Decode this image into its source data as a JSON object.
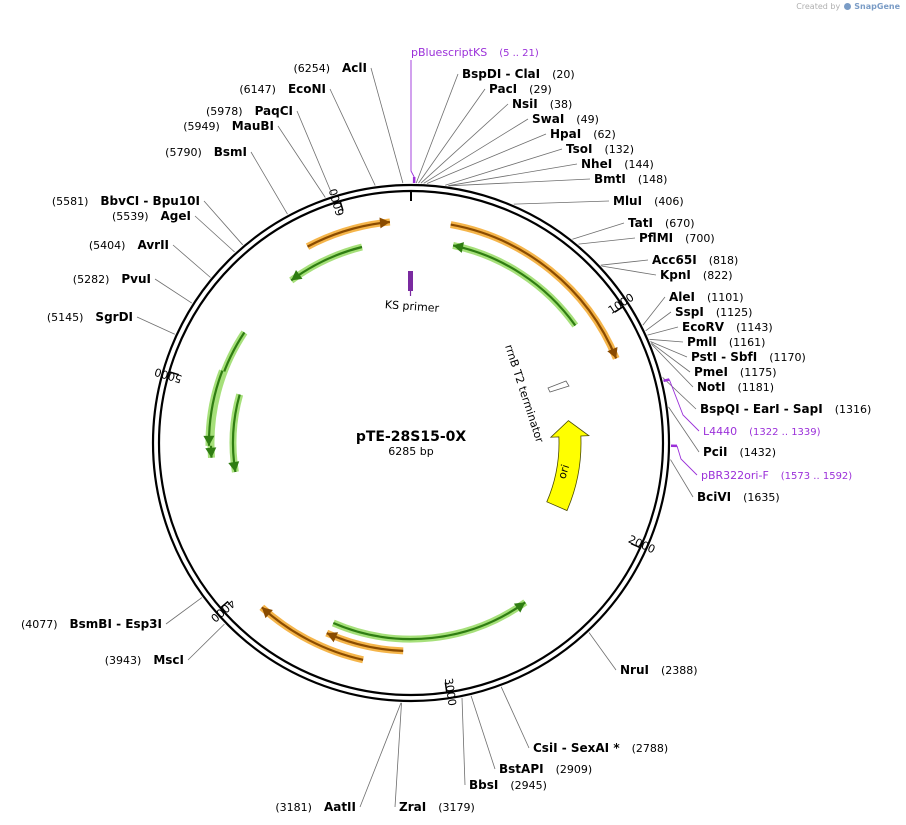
{
  "plasmid": {
    "name": "pTE-28S15-0X",
    "size_label": "6285 bp",
    "length": 6285
  },
  "credit": {
    "prefix": "Created by",
    "brand": "SnapGene"
  },
  "colors": {
    "backbone": "#000000",
    "primer": "#9b30d9",
    "promoter_orange": "#f2a11a",
    "cds_green": "#4caf25",
    "ori": "#ffff00",
    "leader": "#6e6e6e"
  },
  "ticks": [
    "1000",
    "2000",
    "3000",
    "4000",
    "5000",
    "6000"
  ],
  "sites": [
    {
      "name": "AclI",
      "pos": "(6254)"
    },
    {
      "name": "EcoNI",
      "pos": "(6147)"
    },
    {
      "name": "PaqCI",
      "pos": "(5978)"
    },
    {
      "name": "MauBI",
      "pos": "(5949)"
    },
    {
      "name": "BsmI",
      "pos": "(5790)"
    },
    {
      "name": "BbvCI  -  Bpu10I",
      "pos": "(5581)"
    },
    {
      "name": "AgeI",
      "pos": "(5539)"
    },
    {
      "name": "AvrII",
      "pos": "(5404)"
    },
    {
      "name": "PvuI",
      "pos": "(5282)"
    },
    {
      "name": "SgrDI",
      "pos": "(5145)"
    },
    {
      "name": "BspDI  -  ClaI",
      "pos": "(20)"
    },
    {
      "name": "PacI",
      "pos": "(29)"
    },
    {
      "name": "NsiI",
      "pos": "(38)"
    },
    {
      "name": "SwaI",
      "pos": "(49)"
    },
    {
      "name": "HpaI",
      "pos": "(62)"
    },
    {
      "name": "TsoI",
      "pos": "(132)"
    },
    {
      "name": "NheI",
      "pos": "(144)"
    },
    {
      "name": "BmtI",
      "pos": "(148)"
    },
    {
      "name": "MluI",
      "pos": "(406)"
    },
    {
      "name": "TatI",
      "pos": "(670)"
    },
    {
      "name": "PflMI",
      "pos": "(700)"
    },
    {
      "name": "Acc65I",
      "pos": "(818)"
    },
    {
      "name": "KpnI",
      "pos": "(822)"
    },
    {
      "name": "AleI",
      "pos": "(1101)"
    },
    {
      "name": "SspI",
      "pos": "(1125)"
    },
    {
      "name": "EcoRV",
      "pos": "(1143)"
    },
    {
      "name": "PmlI",
      "pos": "(1161)"
    },
    {
      "name": "PstI  -  SbfI",
      "pos": "(1170)"
    },
    {
      "name": "PmeI",
      "pos": "(1175)"
    },
    {
      "name": "NotI",
      "pos": "(1181)"
    },
    {
      "name": "BspQI  -  EarI  -  SapI",
      "pos": "(1316)"
    },
    {
      "name": "PciI",
      "pos": "(1432)"
    },
    {
      "name": "BciVI",
      "pos": "(1635)"
    },
    {
      "name": "NruI",
      "pos": "(2388)"
    },
    {
      "name": "CsiI  -  SexAI *",
      "pos": "(2788)"
    },
    {
      "name": "BstAPI",
      "pos": "(2909)"
    },
    {
      "name": "BbsI",
      "pos": "(2945)"
    },
    {
      "name": "ZraI",
      "pos": "(3179)"
    },
    {
      "name": "AatII",
      "pos": "(3181)"
    },
    {
      "name": "MscI",
      "pos": "(3943)"
    },
    {
      "name": "BsmBI  -  Esp3I",
      "pos": "(4077)"
    }
  ],
  "primers": [
    {
      "name": "pBluescriptKS",
      "range": "(5 .. 21)"
    },
    {
      "name": "L4440",
      "range": "(1322 .. 1339)"
    },
    {
      "name": "pBR322ori-F",
      "range": "(1573 .. 1592)"
    }
  ],
  "features": [
    {
      "label": "KS primer",
      "kind": "primer_bind"
    },
    {
      "label": "rrnB T2 terminator",
      "kind": "terminator"
    },
    {
      "label": "ori",
      "kind": "rep_origin"
    }
  ]
}
